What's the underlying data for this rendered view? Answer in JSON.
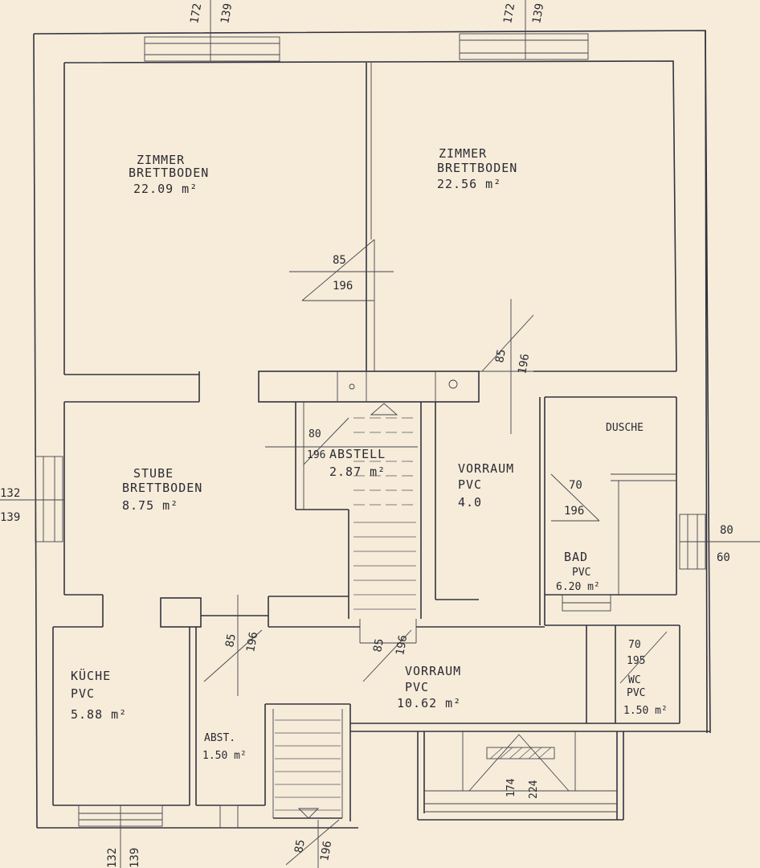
{
  "rooms": {
    "zimmer_left": {
      "name": "ZIMMER",
      "floor": "BRETTBODEN",
      "area": "22.09 m²"
    },
    "zimmer_right": {
      "name": "ZIMMER",
      "floor": "BRETTBODEN",
      "area": "22.56 m²"
    },
    "stube": {
      "name": "STUBE",
      "floor": "BRETTBODEN",
      "area": "8.75 m²"
    },
    "abstell_top": {
      "name": "ABSTELL",
      "area": "2.87 m²"
    },
    "vorraum_top": {
      "name": "VORRAUM",
      "floor": "PVC",
      "area": "4.0"
    },
    "dusche": {
      "name": "DUSCHE"
    },
    "bad": {
      "name": "BAD",
      "floor": "PVC",
      "area": "6.20 m²"
    },
    "kueche": {
      "name": "KÜCHE",
      "floor": "PVC",
      "area": "5.88 m²"
    },
    "abst_bottom": {
      "name": "ABST.",
      "area": "1.50 m²"
    },
    "vorraum_bottom": {
      "name": "VORRAUM",
      "floor": "PVC",
      "area": "10.62 m²"
    },
    "wc": {
      "name": "WC",
      "floor": "PVC",
      "area": "1.50 m²"
    }
  },
  "dimensions": {
    "top_window_left": [
      "172",
      "139"
    ],
    "top_window_right": [
      "172",
      "139"
    ],
    "door_zimmer": [
      "85",
      "196"
    ],
    "door_vorraum_top": [
      "85",
      "196"
    ],
    "door_abstell": [
      "80",
      "196"
    ],
    "door_bad": [
      "70",
      "196"
    ],
    "door_abst_bottom": [
      "85",
      "196"
    ],
    "door_vorraum_bottom": [
      "85",
      "196"
    ],
    "door_wc": [
      "70",
      "195"
    ],
    "left_window": [
      "132",
      "139"
    ],
    "right_window": [
      "80",
      "60"
    ],
    "bottom_window": [
      "132",
      "139"
    ],
    "bottom_door": [
      "85",
      "196"
    ],
    "entrance": [
      "174",
      "224"
    ]
  }
}
